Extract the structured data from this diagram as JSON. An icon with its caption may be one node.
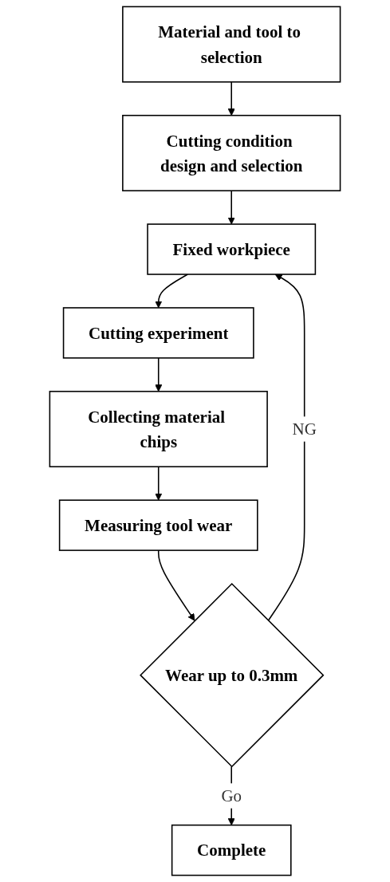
{
  "diagram": {
    "nodes": [
      {
        "text": [
          "Material and tool to selection"
        ]
      },
      {
        "text": [
          "Cutting condition design and selection"
        ]
      },
      {
        "text": [
          "Fixed workpiece"
        ]
      },
      {
        "text": [
          "Cutting experiment"
        ]
      },
      {
        "text": [
          "Collecting material chips"
        ]
      },
      {
        "text": [
          "Measuring tool wear"
        ]
      },
      {
        "text": [
          "Wear up to 0.3mm"
        ]
      },
      {
        "text": [
          "Complete"
        ]
      }
    ],
    "edges": [
      {
        "from": 0,
        "to": 1,
        "arrow": "to"
      },
      {
        "from": 1,
        "to": 2,
        "arrow": "to"
      },
      {
        "from": 2,
        "to": 3,
        "arrow": "to"
      },
      {
        "from": 3,
        "to": 4,
        "arrow": "to"
      },
      {
        "from": 4,
        "to": 5,
        "arrow": "to"
      },
      {
        "from": 5,
        "to": 6,
        "arrow": "to"
      },
      {
        "from": 6,
        "to": 2,
        "arrow": "to",
        "label": "NG"
      },
      {
        "from": 6,
        "to": 7,
        "arrow": "to",
        "label": "Go"
      }
    ]
  }
}
